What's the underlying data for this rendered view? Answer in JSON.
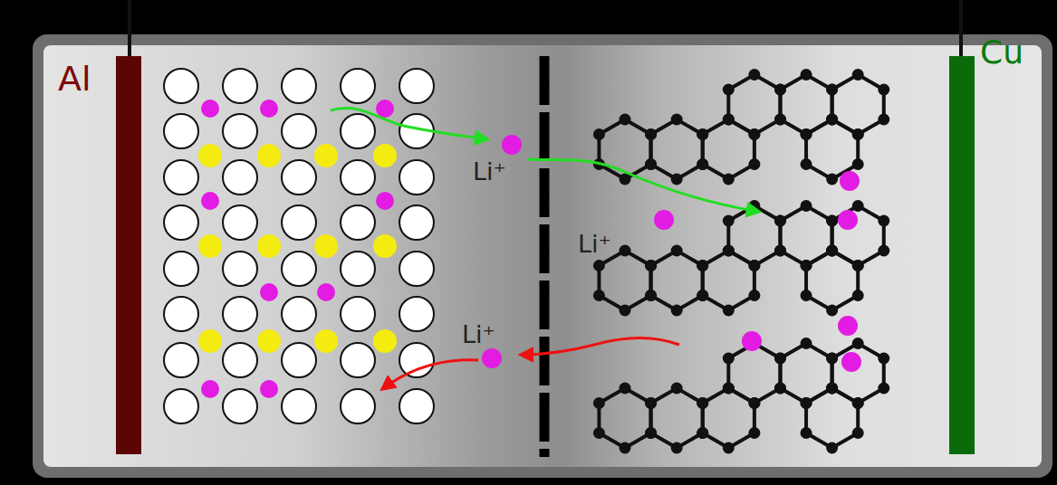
{
  "diagram": {
    "labels": [
      "Al",
      "Cu",
      "Li⁺",
      "Li⁺",
      "Li⁺"
    ]
  }
}
